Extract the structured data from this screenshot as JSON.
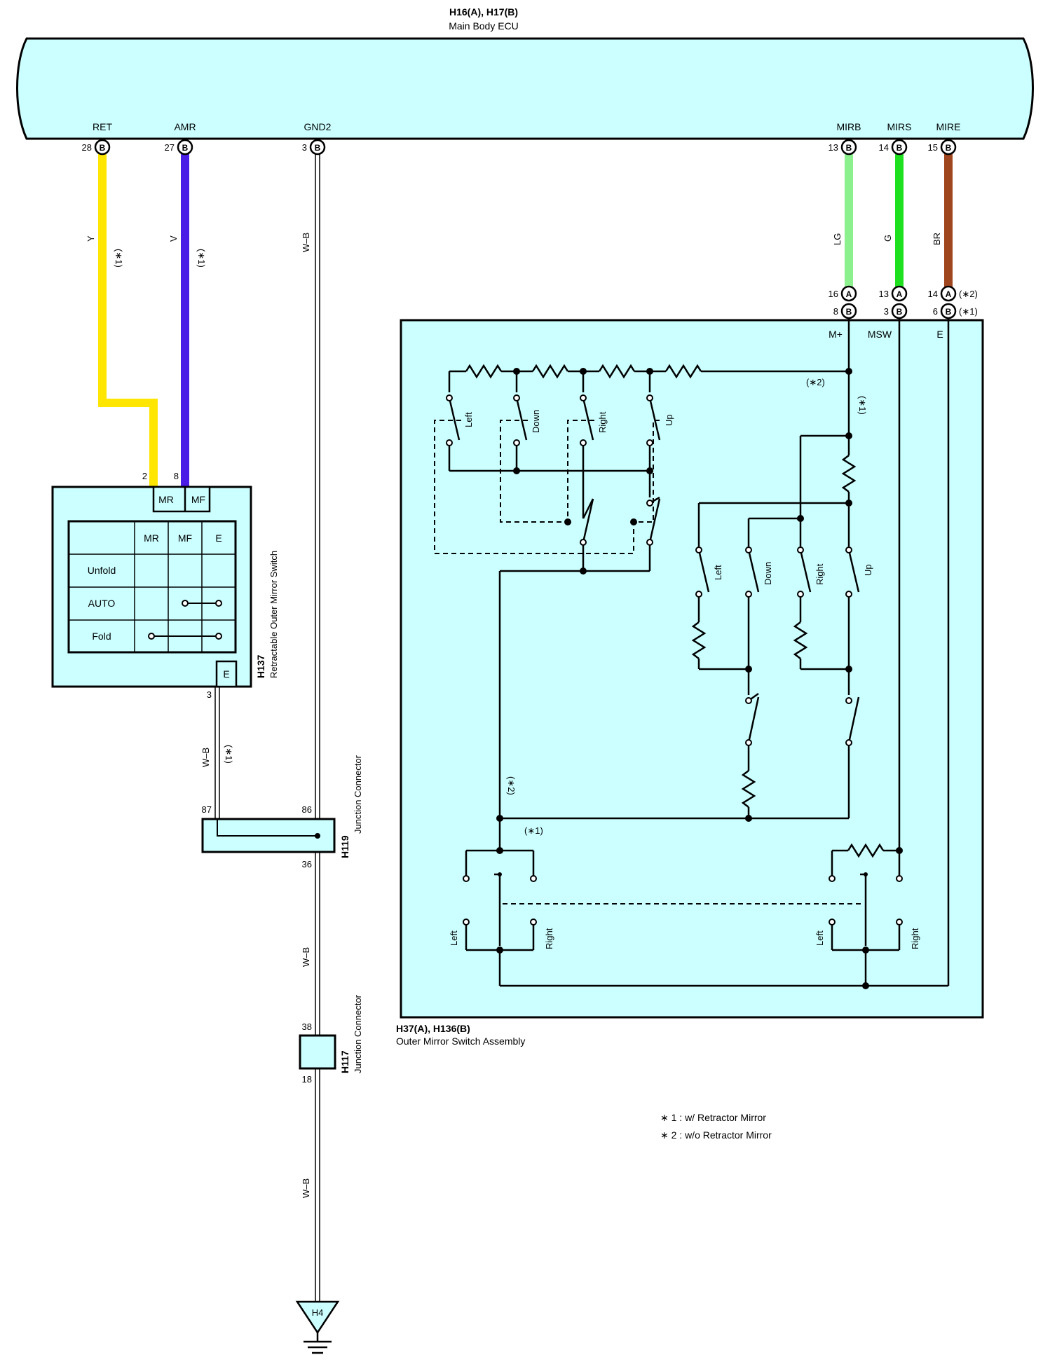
{
  "ecu": {
    "connector_label": "H16(A), H17(B)",
    "name": "Main Body ECU",
    "terminals": [
      {
        "name": "RET",
        "pin": "28",
        "conn": "B"
      },
      {
        "name": "AMR",
        "pin": "27",
        "conn": "B"
      },
      {
        "name": "GND2",
        "pin": "3",
        "conn": "B"
      },
      {
        "name": "MIRB",
        "pin": "13",
        "conn": "B"
      },
      {
        "name": "MIRS",
        "pin": "14",
        "conn": "B"
      },
      {
        "name": "MIRE",
        "pin": "15",
        "conn": "B"
      }
    ]
  },
  "wires": {
    "ret": {
      "color_code": "Y",
      "note": "(∗1)",
      "color": "#ffe600"
    },
    "amr": {
      "color_code": "V",
      "note": "(∗1)",
      "color": "#4a1de6"
    },
    "gnd": {
      "color_code": "W–B"
    },
    "mirb": {
      "color_code": "LG",
      "color": "#8cf08c"
    },
    "mirs": {
      "color_code": "G",
      "color": "#1ee01e"
    },
    "mire": {
      "color_code": "BR",
      "color": "#a0461e"
    }
  },
  "switch_conn": {
    "a_pins": [
      "16",
      "13",
      "14"
    ],
    "b_pins": [
      "8",
      "3",
      "6"
    ],
    "a_letter": "A",
    "b_letter": "B",
    "a_note": "(∗2)",
    "b_note": "(∗1)"
  },
  "retract_switch": {
    "code": "H137",
    "name": "Retractable Outer Mirror Switch",
    "pin_mr": "2",
    "pin_mf": "8",
    "label_mr": "MR",
    "label_mf": "MF",
    "label_e": "E",
    "pin_e": "3",
    "table": {
      "headers": [
        "MR",
        "MF",
        "E"
      ],
      "rows": [
        "Unfold",
        "AUTO",
        "Fold"
      ]
    }
  },
  "ground_wire_e": {
    "color_code": "W–B",
    "note": "(∗1)"
  },
  "junction_h119": {
    "code": "H119",
    "name": "Junction Connector",
    "pin_left": "87",
    "pin_right": "86",
    "pin_bottom": "36"
  },
  "junction_h117": {
    "code": "H117",
    "name": "Junction Connector",
    "pin_top": "38",
    "pin_bottom": "18"
  },
  "ground": {
    "code": "H4"
  },
  "mirror_switch": {
    "code": "H37(A), H136(B)",
    "name": "Outer Mirror Switch Assembly",
    "terminals": [
      "M+",
      "MSW",
      "E"
    ],
    "note1": "(∗2)",
    "note2": "(∗1)",
    "note3": "(∗2)",
    "note4": "(∗1)",
    "top_switches": [
      "Left",
      "Down",
      "Right",
      "Up"
    ],
    "mid_switches": [
      "Left",
      "Down",
      "Right",
      "Up"
    ],
    "selector_left": [
      "Left",
      "Right"
    ],
    "selector_right": [
      "Left",
      "Right"
    ]
  },
  "legend": [
    "∗ 1 : w/ Retractor Mirror",
    "∗ 2 : w/o Retractor Mirror"
  ]
}
